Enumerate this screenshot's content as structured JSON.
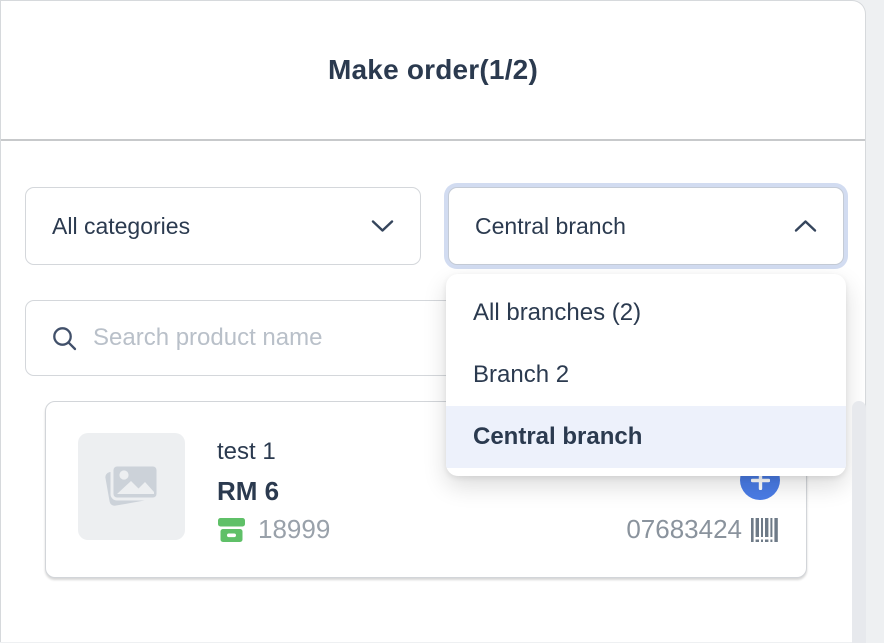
{
  "header": {
    "title": "Make order(1/2)"
  },
  "filters": {
    "category_select": {
      "value": "All categories"
    },
    "branch_select": {
      "value": "Central branch"
    }
  },
  "search": {
    "placeholder": "Search product name"
  },
  "branch_dropdown": {
    "options": [
      {
        "label": "All branches (2)",
        "selected": false
      },
      {
        "label": "Branch 2",
        "selected": false
      },
      {
        "label": "Central branch",
        "selected": true
      }
    ]
  },
  "product": {
    "name": "test 1",
    "price": "RM 6",
    "stock_count": "18999",
    "barcode_number": "07683424"
  },
  "icons": {
    "category_chevron": "chevron-down",
    "branch_chevron": "chevron-up",
    "search": "magnifier",
    "stock": "green-archive-box",
    "barcode": "barcode",
    "add": "plus-in-blue-circle",
    "thumb": "image-placeholder"
  },
  "colors": {
    "accent_blue": "#4a7ce6",
    "stock_green": "#5fc068",
    "selected_option_bg": "#edf1fb",
    "focus_ring": "#d2dcf1",
    "text_dark": "#2b3a4f",
    "text_muted": "#99a1aa"
  }
}
